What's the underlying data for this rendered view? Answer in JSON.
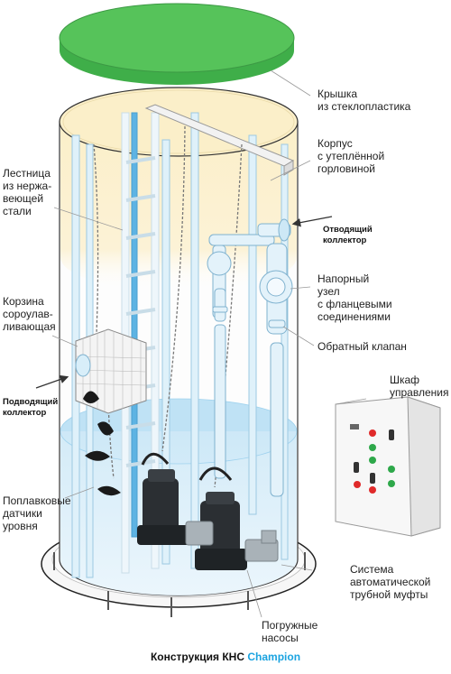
{
  "labels": {
    "lid": "Крышка\nиз стеклопластика",
    "body": "Корпус\nс утеплённой\nгорловиной",
    "outlet": "Отводящий\nколлектор",
    "pressure": "Напорный\nузел\nс фланцевыми\nсоединениями",
    "check_valve": "Обратный клапан",
    "ladder": "Лестница\nиз нержа-\nвеющей\nстали",
    "basket": "Корзина\nсороулав-\nливающая",
    "inlet": "Подводящий\nколлектор",
    "cabinet": "Шкаф\nуправления",
    "float": "Поплавковые\nдатчики\nуровня",
    "coupling": "Система\nавтоматической\nтрубной муфты",
    "pumps": "Погружные\nнасосы"
  },
  "caption": {
    "prefix": "Конструкция КНС",
    "brand": "Champion"
  },
  "colors": {
    "lid": "#3fae49",
    "lid_top": "#56c35a",
    "insulation": "#fbefc9",
    "water": "#cfe9f7",
    "pipe": "#d9eef8",
    "brand": "#1aa3e0"
  }
}
